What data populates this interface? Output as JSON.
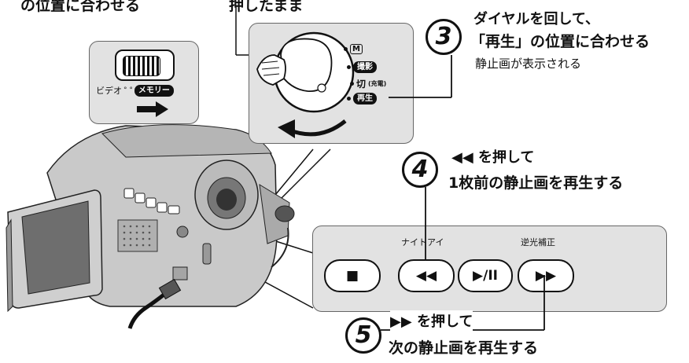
{
  "top_left_caption": "の位置に合わせる",
  "top_mid_caption": "押したまま",
  "switch_panel": {
    "label_video": "ビデオ",
    "label_memory": "メモリー"
  },
  "dial_panel": {
    "mode_m": "M",
    "mode_record": "撮影",
    "mode_off": "切",
    "mode_charge": "(充電)",
    "mode_play": "再生"
  },
  "steps": [
    {
      "number": "3",
      "line1": "ダイヤルを回して、",
      "line2": "「再生」の位置に合わせる",
      "note": "静止画が表示される"
    },
    {
      "number": "4",
      "line1": "◀◀ を押して",
      "line2": "1枚前の静止画を再生する"
    },
    {
      "number": "5",
      "line1": "▶▶ を押して",
      "line2": "次の静止画を再生する"
    }
  ],
  "buttons": {
    "stop_symbol": "■",
    "rewind_symbol": "◀◀",
    "rewind_caption": "ナイトアイ",
    "play_pause_symbol": "▶/II",
    "ffwd_symbol": "▶▶",
    "ffwd_caption": "逆光補正"
  },
  "icons": {
    "arrow_right": "arrow-right-icon",
    "rotate_arrow": "rotate-arrow-icon",
    "camcorder": "camcorder-illustration"
  }
}
